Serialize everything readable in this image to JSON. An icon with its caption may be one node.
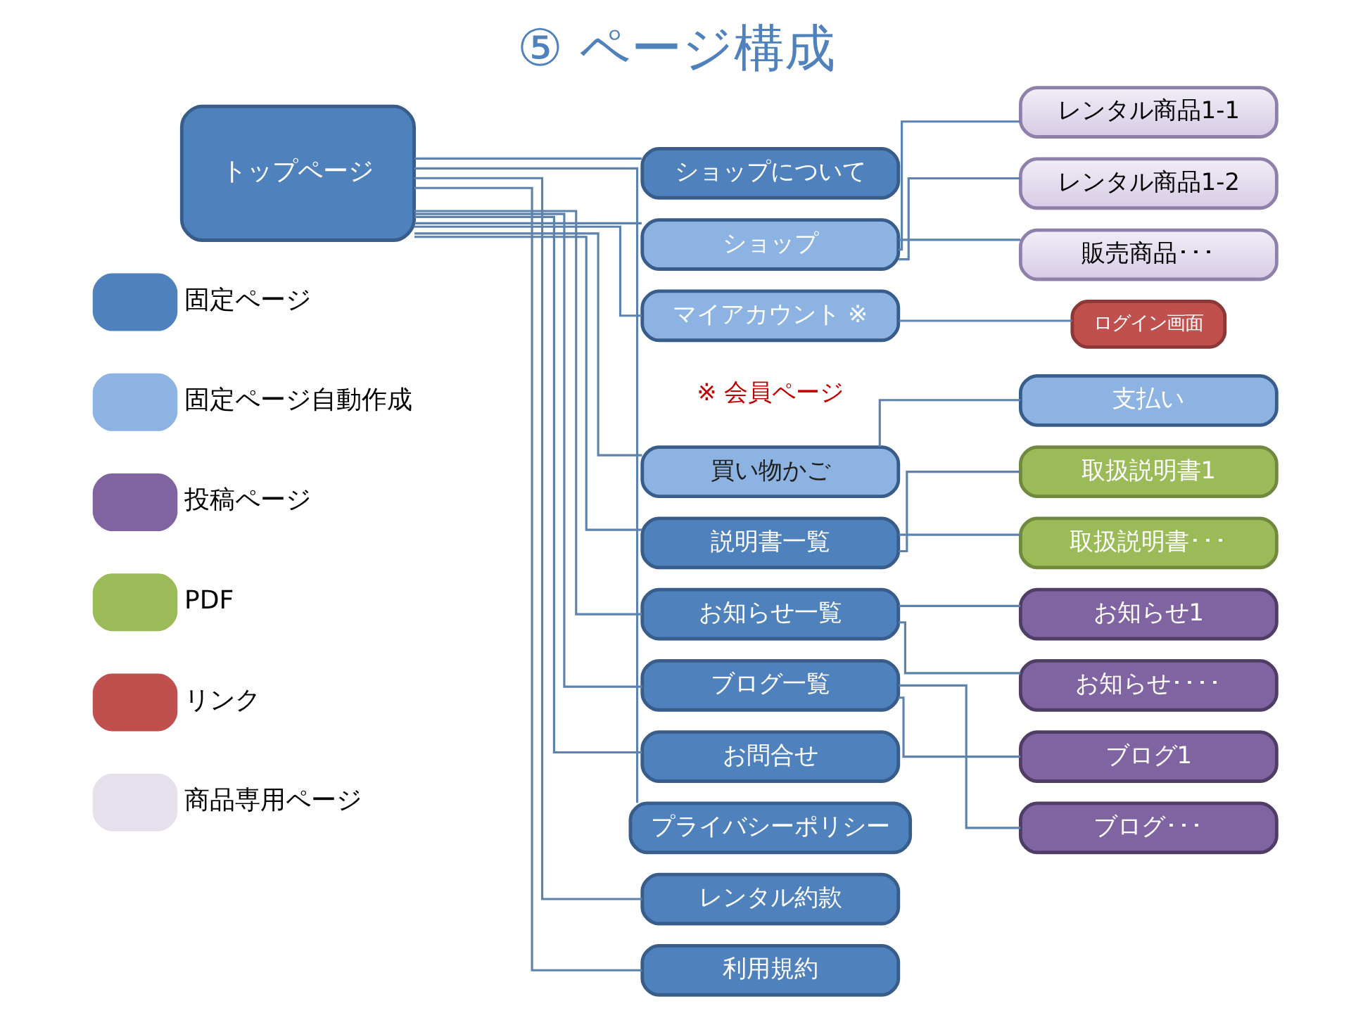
{
  "diagram": {
    "title": "⑤ ページ構成",
    "nodes": [
      {
        "text": [
          "トップページ"
        ]
      },
      {
        "text": [
          "ショップについて"
        ]
      },
      {
        "text": [
          "ショップ"
        ]
      },
      {
        "text": [
          "レンタル商品1-1"
        ]
      },
      {
        "text": [
          "レンタル商品1-2"
        ]
      },
      {
        "text": [
          "販売商品･･･"
        ]
      },
      {
        "text": [
          "マイアカウント ※"
        ]
      },
      {
        "text": [
          "ログイン画面"
        ]
      },
      {
        "text": [
          "買い物かご"
        ]
      },
      {
        "text": [
          "支払い"
        ]
      },
      {
        "text": [
          "説明書一覧"
        ]
      },
      {
        "text": [
          "取扱説明書1"
        ]
      },
      {
        "text": [
          "取扱説明書･･･"
        ]
      },
      {
        "text": [
          "お知らせ一覧"
        ]
      },
      {
        "text": [
          "お知らせ1"
        ]
      },
      {
        "text": [
          "お知らせ････"
        ]
      },
      {
        "text": [
          "ブログ一覧"
        ]
      },
      {
        "text": [
          "ブログ1"
        ]
      },
      {
        "text": [
          "ブログ･･･"
        ]
      },
      {
        "text": [
          "お問合せ"
        ]
      },
      {
        "text": [
          "プライバシーポリシー"
        ]
      },
      {
        "text": [
          "レンタル約款"
        ]
      },
      {
        "text": [
          "利用規約"
        ]
      }
    ],
    "edges": [
      {
        "from": 0,
        "to": 1,
        "arrow": "none"
      },
      {
        "from": 0,
        "to": 2,
        "arrow": "none"
      },
      {
        "from": 2,
        "to": 3,
        "arrow": "none"
      },
      {
        "from": 2,
        "to": 4,
        "arrow": "none"
      },
      {
        "from": 2,
        "to": 5,
        "arrow": "none"
      },
      {
        "from": 0,
        "to": 6,
        "arrow": "none"
      },
      {
        "from": 6,
        "to": 7,
        "arrow": "none"
      },
      {
        "from": 0,
        "to": 8,
        "arrow": "none"
      },
      {
        "from": 8,
        "to": 9,
        "arrow": "none"
      },
      {
        "from": 0,
        "to": 10,
        "arrow": "none"
      },
      {
        "from": 10,
        "to": 11,
        "arrow": "none"
      },
      {
        "from": 10,
        "to": 12,
        "arrow": "none"
      },
      {
        "from": 0,
        "to": 13,
        "arrow": "none"
      },
      {
        "from": 13,
        "to": 14,
        "arrow": "none"
      },
      {
        "from": 13,
        "to": 15,
        "arrow": "none"
      },
      {
        "from": 0,
        "to": 16,
        "arrow": "none"
      },
      {
        "from": 16,
        "to": 17,
        "arrow": "none"
      },
      {
        "from": 16,
        "to": 18,
        "arrow": "none"
      },
      {
        "from": 0,
        "to": 19,
        "arrow": "none"
      },
      {
        "from": 0,
        "to": 20,
        "arrow": "none"
      },
      {
        "from": 0,
        "to": 21,
        "arrow": "none"
      },
      {
        "from": 0,
        "to": 22,
        "arrow": "none"
      }
    ],
    "labels": [
      "※ 会員ページ"
    ],
    "legend": [
      {
        "text": "固定ページ",
        "color": "#4f81bd"
      },
      {
        "text": "固定ページ自動作成",
        "color": "#8db3e2"
      },
      {
        "text": "投稿ページ",
        "color": "#8064a2"
      },
      {
        "text": "PDF",
        "color": "#9bbb59"
      },
      {
        "text": "リンク",
        "color": "#c0504d"
      },
      {
        "text": "商品専用ページ",
        "color": "#e6e0ec"
      }
    ]
  }
}
